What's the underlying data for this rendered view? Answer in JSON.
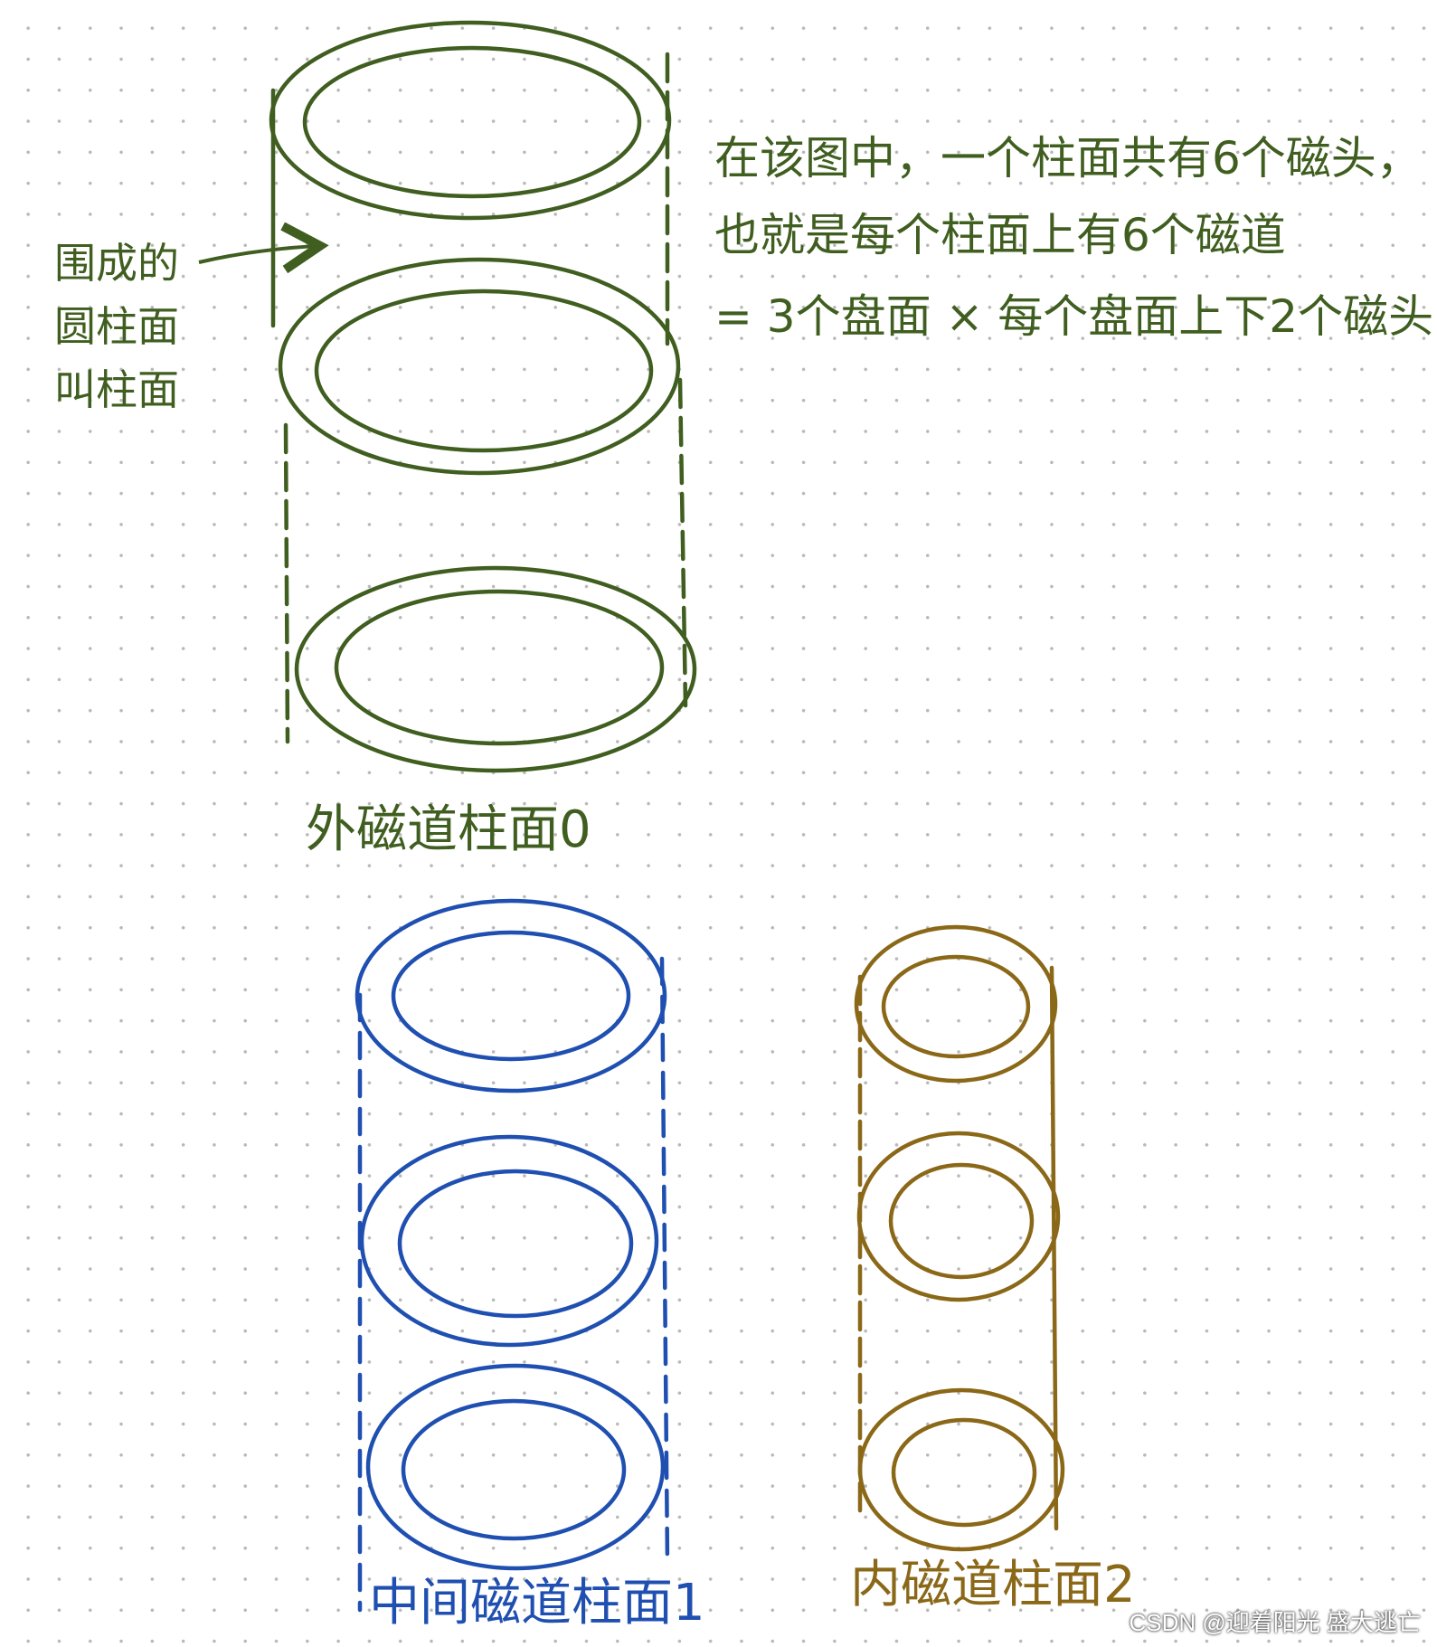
{
  "annotation": {
    "lines": [
      "围成的",
      "圆柱面",
      "叫柱面"
    ]
  },
  "description": {
    "lines": [
      "在该图中，一个柱面共有6个磁头，",
      "也就是每个柱面上有6个磁道",
      "= 3个盘面 × 每个盘面上下2个磁头"
    ]
  },
  "cylinders": [
    {
      "label": "外磁道柱面0",
      "color": "#3f5e1f"
    },
    {
      "label": "中间磁道柱面1",
      "color": "#1f4fb0"
    },
    {
      "label": "内磁道柱面2",
      "color": "#8a6818"
    }
  ],
  "watermark": "CSDN @迎着阳光 盛大逃亡"
}
